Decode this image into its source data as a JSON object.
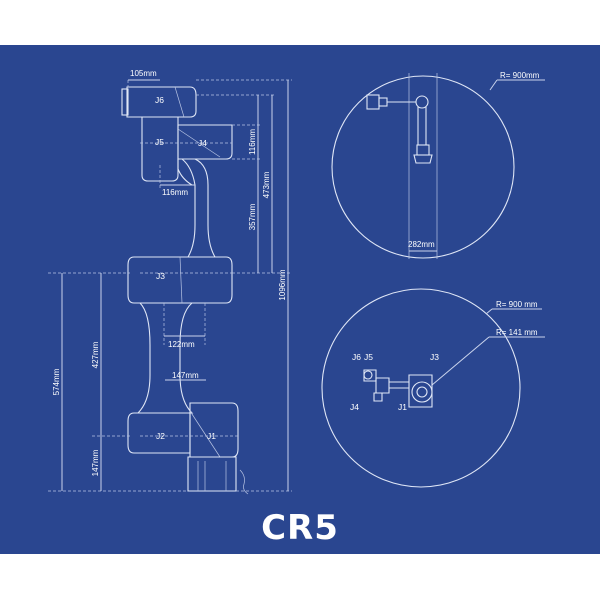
{
  "title": "CR5",
  "colors": {
    "background": "#2a4690",
    "line": "#dfe6f6",
    "text": "#ffffff"
  },
  "side_view": {
    "joints": {
      "j1": "J1",
      "j2": "J2",
      "j3": "J3",
      "j4": "J4",
      "j5": "J5",
      "j6": "J6"
    },
    "dimensions": {
      "d105": "105mm",
      "d116h": "116mm",
      "d116v": "116mm",
      "d357": "357mm",
      "d473": "473mm",
      "d1096": "1096mm",
      "d122": "122mm",
      "d147h": "147mm",
      "d427": "427mm",
      "d574": "574mm",
      "d147v": "147mm"
    }
  },
  "top_view": {
    "radius_label": "R= 900mm",
    "dim_282": "282mm"
  },
  "plan_view": {
    "radius_outer": "R= 900 mm",
    "radius_inner": "R= 141 mm",
    "joints": {
      "j1": "J1",
      "j3": "J3",
      "j4": "J4",
      "j5": "J5",
      "j6": "J6"
    }
  }
}
